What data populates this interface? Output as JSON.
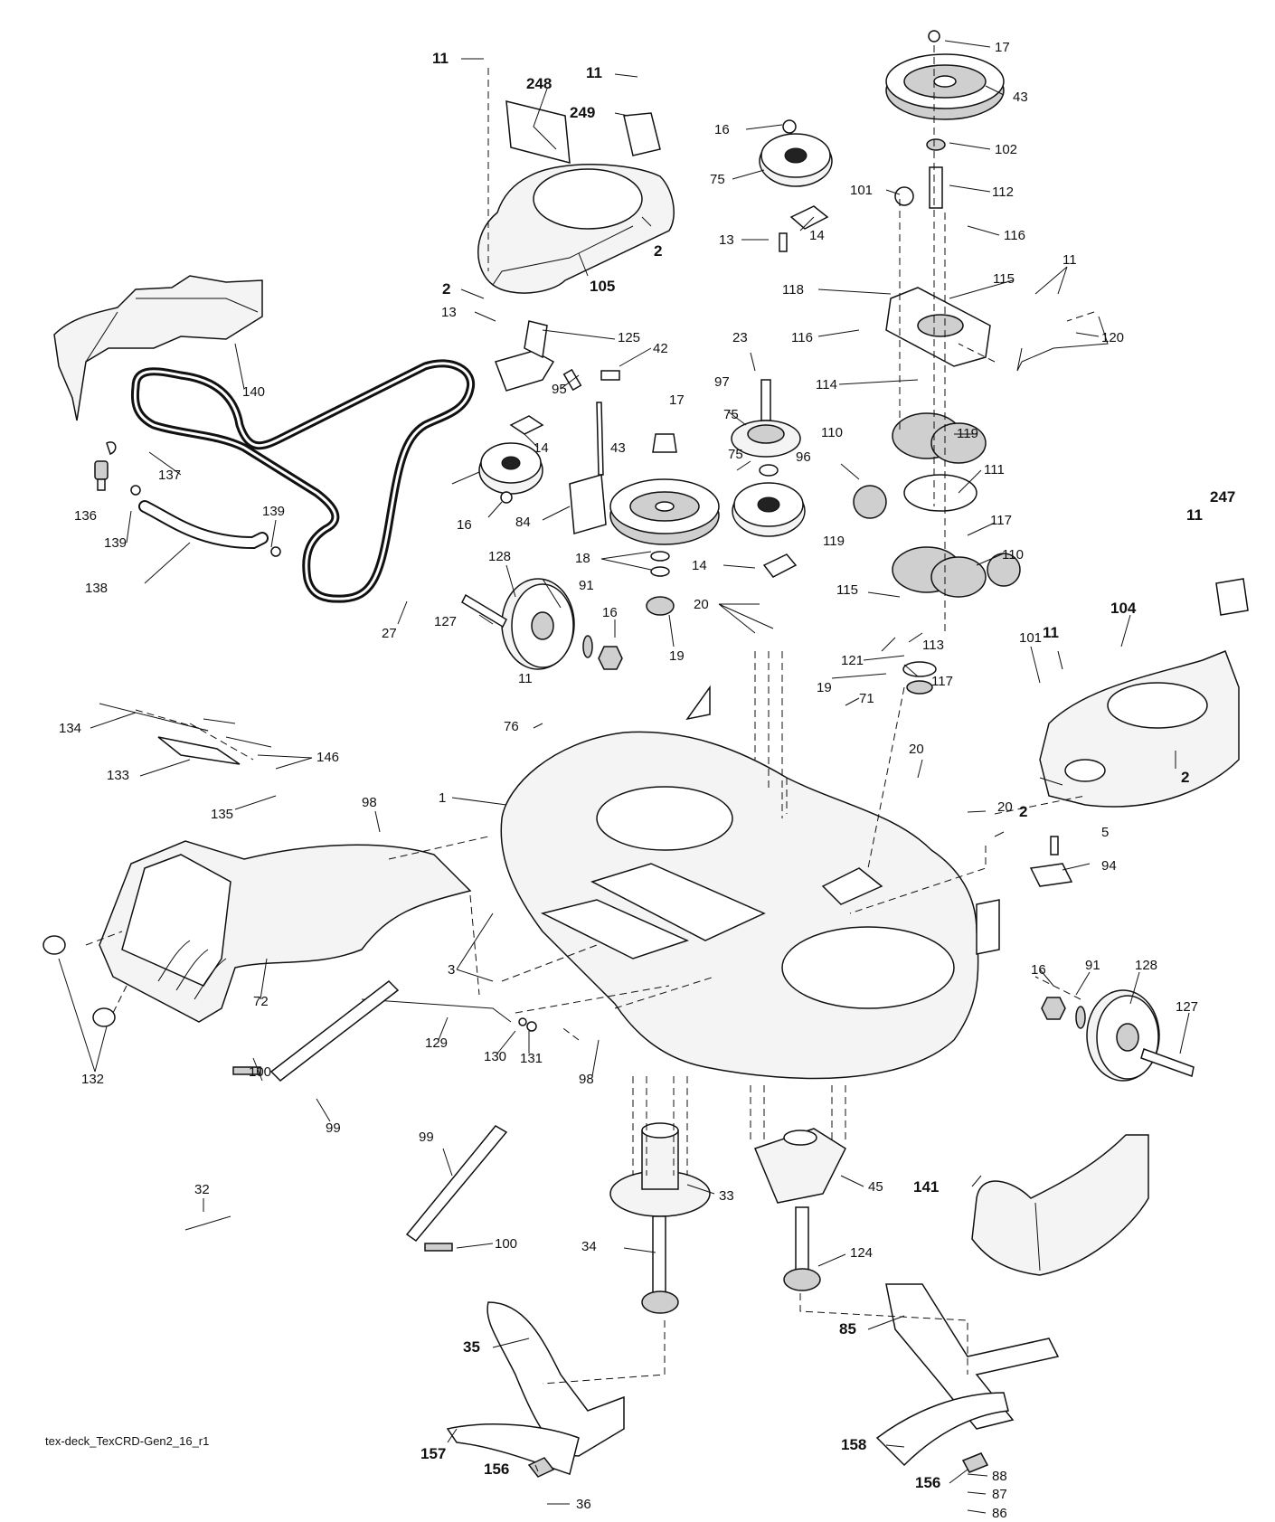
{
  "caption": "tex-deck_TexCRD-Gen2_16_r1",
  "labels": [
    {
      "id": "l11a",
      "text": "11",
      "bold": true
    },
    {
      "id": "l248",
      "text": "248",
      "bold": true
    },
    {
      "id": "l11b",
      "text": "11",
      "bold": true
    },
    {
      "id": "l249",
      "text": "249",
      "bold": true
    },
    {
      "id": "l2a",
      "text": "2",
      "bold": true
    },
    {
      "id": "l105",
      "text": "105",
      "bold": true
    },
    {
      "id": "l16a",
      "text": "16"
    },
    {
      "id": "l75a",
      "text": "75"
    },
    {
      "id": "l14a",
      "text": "14"
    },
    {
      "id": "l13a",
      "text": "13"
    },
    {
      "id": "l17a",
      "text": "17"
    },
    {
      "id": "l43a",
      "text": "43"
    },
    {
      "id": "l102",
      "text": "102"
    },
    {
      "id": "l101a",
      "text": "101"
    },
    {
      "id": "l112",
      "text": "112"
    },
    {
      "id": "l116a",
      "text": "116"
    },
    {
      "id": "l118",
      "text": "118"
    },
    {
      "id": "l115a",
      "text": "115"
    },
    {
      "id": "l116b",
      "text": "116"
    },
    {
      "id": "l11c",
      "text": "11"
    },
    {
      "id": "l120",
      "text": "120"
    },
    {
      "id": "l114",
      "text": "114"
    },
    {
      "id": "l2b",
      "text": "2",
      "bold": true
    },
    {
      "id": "l13b",
      "text": "13"
    },
    {
      "id": "l125",
      "text": "125"
    },
    {
      "id": "l42",
      "text": "42"
    },
    {
      "id": "l23",
      "text": "23"
    },
    {
      "id": "l140",
      "text": "140"
    },
    {
      "id": "l95",
      "text": "95"
    },
    {
      "id": "l97",
      "text": "97"
    },
    {
      "id": "l17b",
      "text": "17"
    },
    {
      "id": "l119a",
      "text": "119"
    },
    {
      "id": "l14b",
      "text": "14"
    },
    {
      "id": "l75b",
      "text": "75"
    },
    {
      "id": "l96",
      "text": "96"
    },
    {
      "id": "l110a",
      "text": "110"
    },
    {
      "id": "l111",
      "text": "111"
    },
    {
      "id": "l137",
      "text": "137"
    },
    {
      "id": "l43b",
      "text": "43"
    },
    {
      "id": "l75c",
      "text": "75"
    },
    {
      "id": "l136",
      "text": "136"
    },
    {
      "id": "l16b",
      "text": "16"
    },
    {
      "id": "l84",
      "text": "84"
    },
    {
      "id": "l117a",
      "text": "117"
    },
    {
      "id": "l247",
      "text": "247",
      "bold": true
    },
    {
      "id": "l11d",
      "text": "11",
      "bold": true
    },
    {
      "id": "l139a",
      "text": "139"
    },
    {
      "id": "l139b",
      "text": "139"
    },
    {
      "id": "l119b",
      "text": "119"
    },
    {
      "id": "l110b",
      "text": "110"
    },
    {
      "id": "l18",
      "text": "18"
    },
    {
      "id": "l14c",
      "text": "14"
    },
    {
      "id": "l128a",
      "text": "128"
    },
    {
      "id": "l138",
      "text": "138"
    },
    {
      "id": "l115b",
      "text": "115"
    },
    {
      "id": "l91a",
      "text": "91"
    },
    {
      "id": "l20a",
      "text": "20"
    },
    {
      "id": "l104",
      "text": "104",
      "bold": true
    },
    {
      "id": "l127a",
      "text": "127"
    },
    {
      "id": "l16c",
      "text": "16"
    },
    {
      "id": "l101b",
      "text": "101"
    },
    {
      "id": "l11e",
      "text": "11",
      "bold": true
    },
    {
      "id": "l27",
      "text": "27"
    },
    {
      "id": "l19a",
      "text": "19"
    },
    {
      "id": "l113",
      "text": "113"
    },
    {
      "id": "l121",
      "text": "121"
    },
    {
      "id": "l117b",
      "text": "117"
    },
    {
      "id": "l11f",
      "text": "11"
    },
    {
      "id": "l19b",
      "text": "19"
    },
    {
      "id": "l71",
      "text": "71"
    },
    {
      "id": "l134",
      "text": "134"
    },
    {
      "id": "l76",
      "text": "76"
    },
    {
      "id": "l146",
      "text": "146"
    },
    {
      "id": "l2c",
      "text": "2",
      "bold": true
    },
    {
      "id": "l133",
      "text": "133"
    },
    {
      "id": "l20b",
      "text": "20"
    },
    {
      "id": "l2d",
      "text": "2",
      "bold": true
    },
    {
      "id": "l135",
      "text": "135"
    },
    {
      "id": "l98a",
      "text": "98"
    },
    {
      "id": "l1",
      "text": "1"
    },
    {
      "id": "l20c",
      "text": "20"
    },
    {
      "id": "l5",
      "text": "5"
    },
    {
      "id": "l94",
      "text": "94"
    },
    {
      "id": "l3",
      "text": "3"
    },
    {
      "id": "l16d",
      "text": "16"
    },
    {
      "id": "l91b",
      "text": "91"
    },
    {
      "id": "l128b",
      "text": "128"
    },
    {
      "id": "l72",
      "text": "72"
    },
    {
      "id": "l127b",
      "text": "127"
    },
    {
      "id": "l129",
      "text": "129"
    },
    {
      "id": "l130",
      "text": "130"
    },
    {
      "id": "l131",
      "text": "131"
    },
    {
      "id": "l98b",
      "text": "98"
    },
    {
      "id": "l132",
      "text": "132"
    },
    {
      "id": "l100a",
      "text": "100"
    },
    {
      "id": "l99a",
      "text": "99"
    },
    {
      "id": "l99b",
      "text": "99"
    },
    {
      "id": "l33",
      "text": "33"
    },
    {
      "id": "l45",
      "text": "45"
    },
    {
      "id": "l32",
      "text": "32"
    },
    {
      "id": "l141",
      "text": "141",
      "bold": true
    },
    {
      "id": "l100b",
      "text": "100"
    },
    {
      "id": "l34",
      "text": "34"
    },
    {
      "id": "l124",
      "text": "124"
    },
    {
      "id": "l85",
      "text": "85",
      "bold": true
    },
    {
      "id": "l35",
      "text": "35",
      "bold": true
    },
    {
      "id": "l157",
      "text": "157",
      "bold": true
    },
    {
      "id": "l156a",
      "text": "156",
      "bold": true
    },
    {
      "id": "l36",
      "text": "36"
    },
    {
      "id": "l158",
      "text": "158",
      "bold": true
    },
    {
      "id": "l156b",
      "text": "156",
      "bold": true
    },
    {
      "id": "l88",
      "text": "88"
    },
    {
      "id": "l87",
      "text": "87"
    },
    {
      "id": "l86",
      "text": "86"
    }
  ]
}
